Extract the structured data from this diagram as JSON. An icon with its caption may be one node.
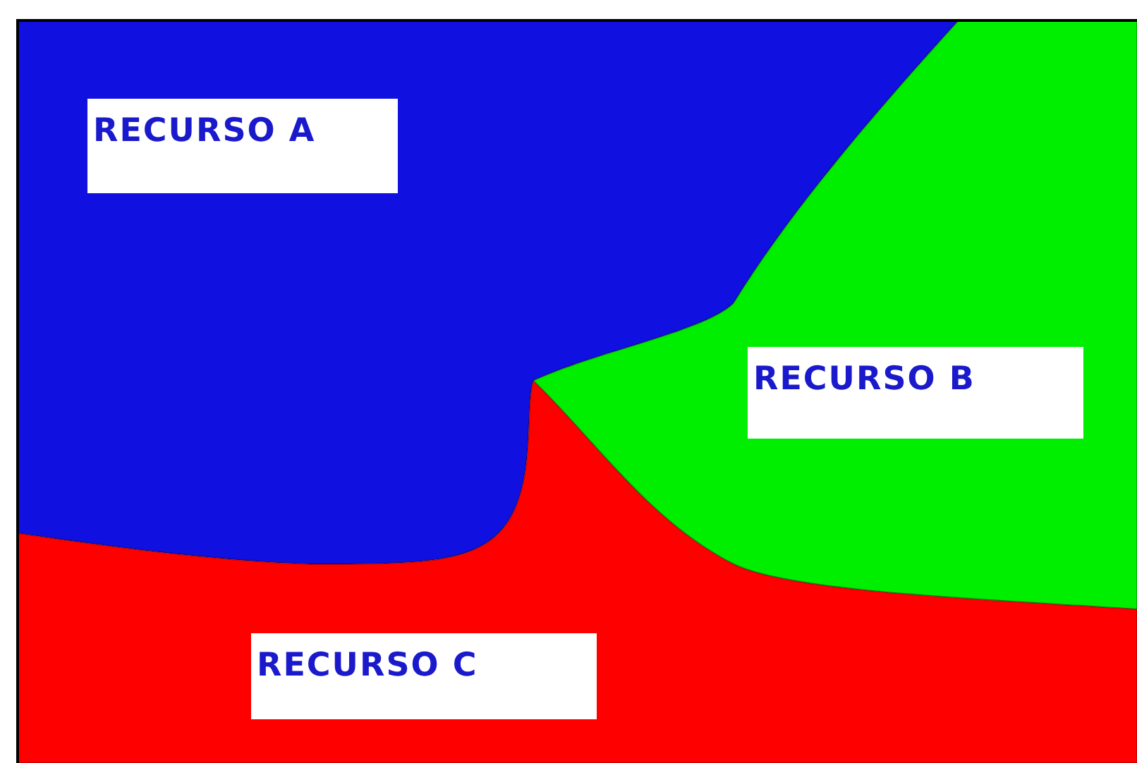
{
  "diagram": {
    "nodes": [
      {
        "text": [
          "RECURSO A"
        ]
      },
      {
        "text": [
          "RECURSO B"
        ]
      },
      {
        "text": [
          "RECURSO C"
        ]
      }
    ]
  }
}
